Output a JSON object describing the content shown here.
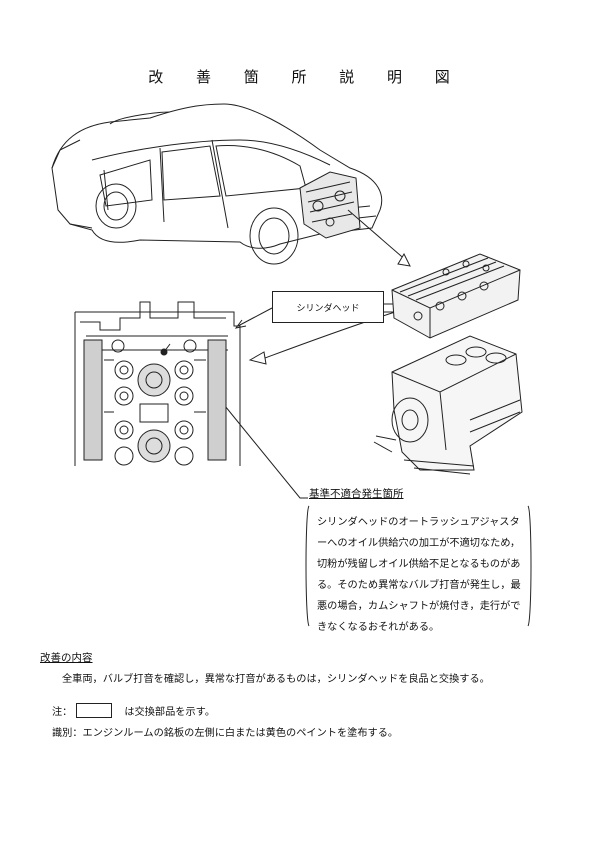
{
  "document": {
    "title": "改 善 箇 所 説 明 図",
    "callout_label": "シリンダヘッド",
    "defect": {
      "heading": "基準不適合発生箇所",
      "body": "シリンダヘッドのオートラッシュアジャスターへのオイル供給穴の加工が不適切なため，切粉が残留しオイル供給不足となるものがある。そのため異常なバルブ打音が発生し，最悪の場合，カムシャフトが焼付き，走行ができなくなるおそれがある。"
    },
    "improvement": {
      "heading": "改善の内容",
      "body": "全車両，バルブ打音を確認し，異常な打音があるものは，シリンダヘッドを良品と交換する。"
    },
    "note": {
      "prefix": "注：",
      "text": "は交換部品を示す。"
    },
    "identification": "識別：エンジンルームの銘板の左側に白または黄色のペイントを塗布する。"
  },
  "illustrations": {
    "car": "sedan-side-view",
    "engine_in_car": "engine-assembly",
    "cylinder_head": "cylinder-head-3d",
    "engine_block": "engine-assembly-exploded",
    "cylinder_head_top_view": "cylinder-head-plan-view"
  }
}
